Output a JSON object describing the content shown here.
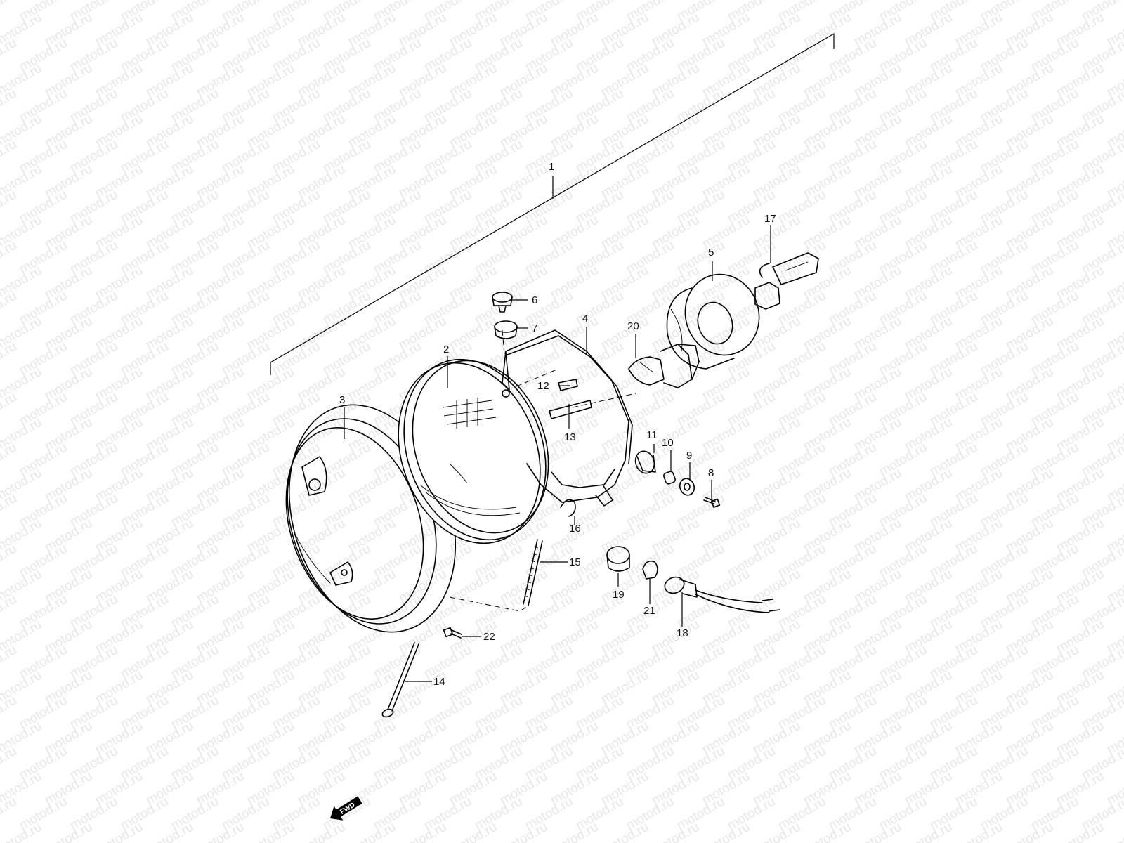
{
  "watermark": {
    "text": "motod.ru",
    "color": "#e6e6e6"
  },
  "parts": [
    {
      "id": "p1",
      "label": "1"
    },
    {
      "id": "p2",
      "label": "2"
    },
    {
      "id": "p3",
      "label": "3"
    },
    {
      "id": "p4",
      "label": "4"
    },
    {
      "id": "p5",
      "label": "5"
    },
    {
      "id": "p6",
      "label": "6"
    },
    {
      "id": "p7",
      "label": "7"
    },
    {
      "id": "p8",
      "label": "8"
    },
    {
      "id": "p9",
      "label": "9"
    },
    {
      "id": "p10",
      "label": "10"
    },
    {
      "id": "p11",
      "label": "11"
    },
    {
      "id": "p12",
      "label": "12"
    },
    {
      "id": "p13",
      "label": "13"
    },
    {
      "id": "p14",
      "label": "14"
    },
    {
      "id": "p15",
      "label": "15"
    },
    {
      "id": "p16",
      "label": "16"
    },
    {
      "id": "p17",
      "label": "17"
    },
    {
      "id": "p18",
      "label": "18"
    },
    {
      "id": "p19",
      "label": "19"
    },
    {
      "id": "p20",
      "label": "20"
    },
    {
      "id": "p21",
      "label": "21"
    },
    {
      "id": "p22",
      "label": "22"
    }
  ],
  "direction_marker": {
    "label": "FWD",
    "icon": "forward-arrow-icon"
  }
}
